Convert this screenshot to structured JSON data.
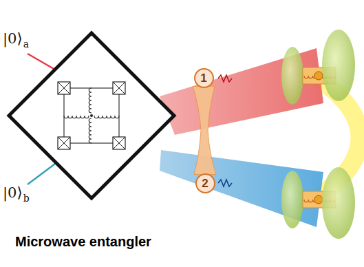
{
  "diagram": {
    "caption": "Microwave entangler",
    "nodes": [
      {
        "text": [
          "1"
        ]
      },
      {
        "text": [
          "2"
        ]
      }
    ],
    "edges": [
      {
        "from": 0,
        "to": 1,
        "arrow": "none"
      }
    ],
    "labels": [
      "|0⟩",
      "a",
      "|0⟩",
      "b"
    ]
  }
}
